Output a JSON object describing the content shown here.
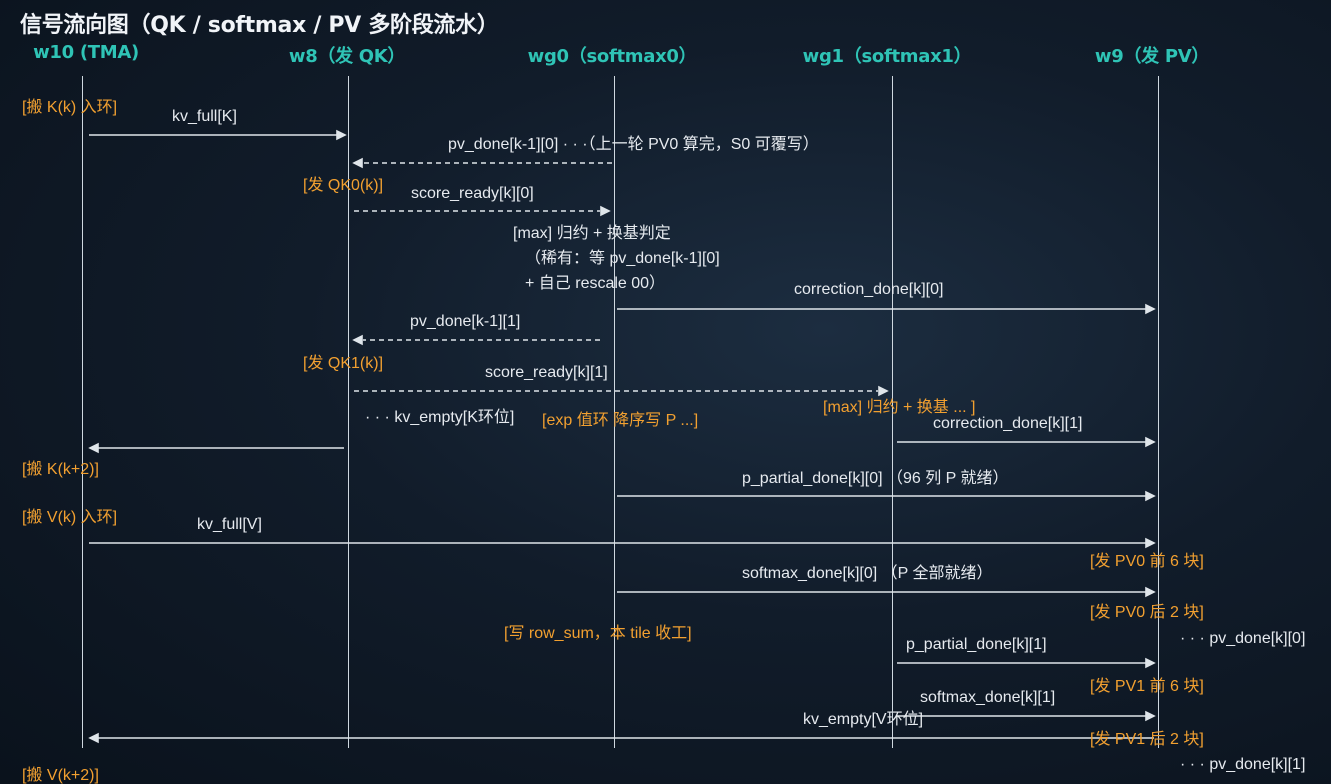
{
  "title": "信号流向图（QK / softmax / PV 多阶段流水）",
  "lanes": [
    {
      "id": "w10",
      "label": "w10 (TMA)"
    },
    {
      "id": "w8",
      "label": "w8（发 QK）"
    },
    {
      "id": "wg0",
      "label": "wg0（softmax0）"
    },
    {
      "id": "wg1",
      "label": "wg1（softmax1）"
    },
    {
      "id": "w9",
      "label": "w9（发 PV）"
    }
  ],
  "messages": [
    {
      "text": "kv_full[K]",
      "from": "w10",
      "to": "w8",
      "style": "solid"
    },
    {
      "text": "pv_done[k-1][0] · · ·（上一轮 PV0 算完，S0 可覆写）",
      "from": "wg0",
      "to": "w8",
      "style": "dashed"
    },
    {
      "text": "score_ready[k][0]",
      "from": "w8",
      "to": "wg0",
      "style": "dashed"
    },
    {
      "text": "correction_done[k][0]",
      "from": "wg0",
      "to": "w9",
      "style": "solid"
    },
    {
      "text": "pv_done[k-1][1]",
      "from": "wg0",
      "to": "w8",
      "style": "dashed"
    },
    {
      "text": "score_ready[k][1]",
      "from": "w8",
      "to": "wg1",
      "style": "dashed"
    },
    {
      "text": "· · · kv_empty[K环位]",
      "from": "w8",
      "to": "w10",
      "style": "solid"
    },
    {
      "text": "correction_done[k][1]",
      "from": "wg1",
      "to": "w9",
      "style": "solid"
    },
    {
      "text": "p_partial_done[k][0]  （96 列 P 就绪）",
      "from": "wg0",
      "to": "w9",
      "style": "solid"
    },
    {
      "text": "kv_full[V]",
      "from": "w10",
      "to": "w9",
      "style": "solid"
    },
    {
      "text": "softmax_done[k][0]  （P 全部就绪）",
      "from": "wg0",
      "to": "w9",
      "style": "solid"
    },
    {
      "text": "p_partial_done[k][1]",
      "from": "wg1",
      "to": "w9",
      "style": "solid"
    },
    {
      "text": "softmax_done[k][1]",
      "from": "wg1",
      "to": "w9",
      "style": "solid"
    },
    {
      "text": "kv_empty[V环位]",
      "from": "w9",
      "to": "w10",
      "style": "solid"
    }
  ],
  "notes": [
    {
      "text": "[搬 K(k) 入环]",
      "kind": "action"
    },
    {
      "text": "[发 QK0(k)]",
      "kind": "action"
    },
    {
      "text": "[max] 归约  +  换基判定",
      "kind": "text"
    },
    {
      "text": "（稀有：等 pv_done[k-1][0]",
      "kind": "text"
    },
    {
      "text": "+  自己 rescale 00）",
      "kind": "text"
    },
    {
      "text": "[发 QK1(k)]",
      "kind": "action"
    },
    {
      "text": "[max] 归约 + 换基 ... ]",
      "kind": "action"
    },
    {
      "text": "[exp 值环  降序写 P ...]",
      "kind": "action"
    },
    {
      "text": "[搬 K(k+2)]",
      "kind": "action"
    },
    {
      "text": "[搬 V(k) 入环]",
      "kind": "action"
    },
    {
      "text": "[发 PV0 前 6 块]",
      "kind": "action"
    },
    {
      "text": "[发 PV0 后 2 块]",
      "kind": "action"
    },
    {
      "text": "[写 row_sum，本 tile 收工]",
      "kind": "action"
    },
    {
      "text": "· · · pv_done[k][0]",
      "kind": "text"
    },
    {
      "text": "[发 PV1 前 6 块]",
      "kind": "action"
    },
    {
      "text": "[发 PV1 后 2 块]",
      "kind": "action"
    },
    {
      "text": "[搬 V(k+2)]",
      "kind": "action"
    },
    {
      "text": "· · · pv_done[k][1]",
      "kind": "text"
    }
  ],
  "colors": {
    "lane_header": "#2fc4b6",
    "action_note": "#f2a030",
    "text": "#e6eaef",
    "lifeline": "#cfd8e0",
    "arrow": "#dfe5ea"
  }
}
